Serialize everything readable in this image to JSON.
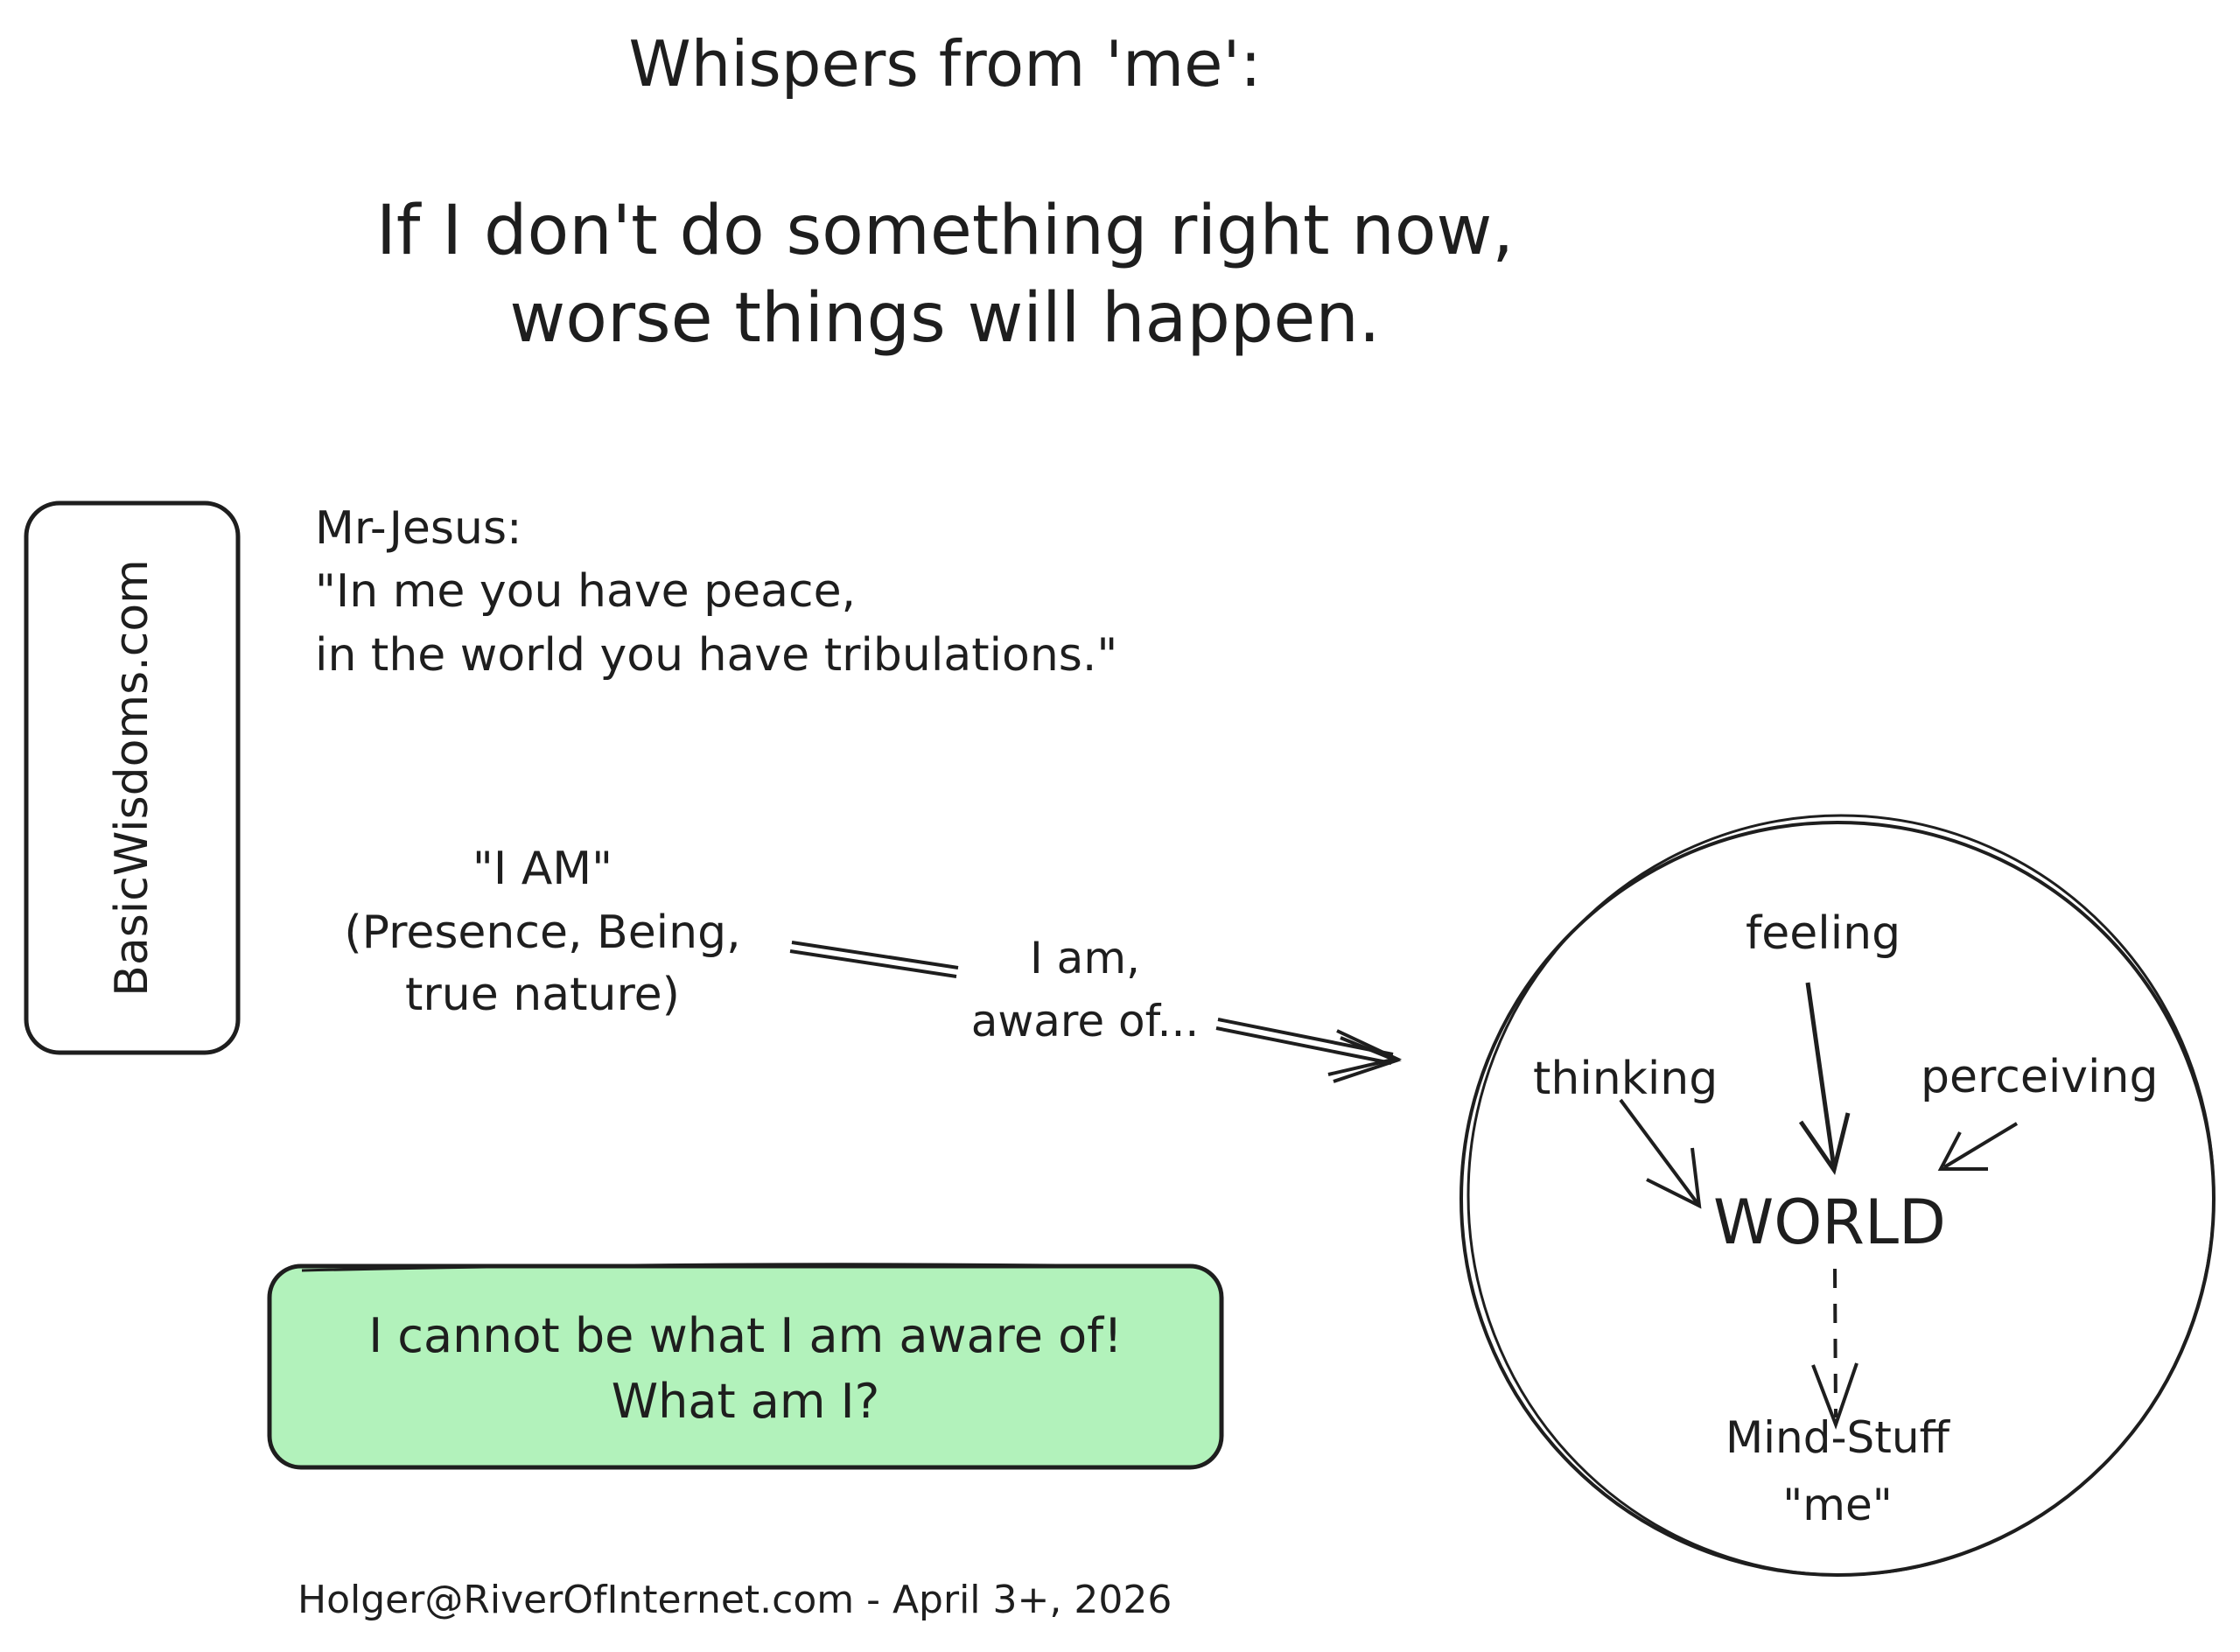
{
  "title": "Whispers from 'me':",
  "headline": {
    "line1": "If I don't do something right now,",
    "line2": "worse things will happen."
  },
  "side_label": "BasicWisdoms.com",
  "quote": {
    "speaker": "Mr-Jesus:",
    "line1": "\"In me you have peace,",
    "line2": "in the world you have tribulations.\""
  },
  "i_am": {
    "line1": "\"I AM\"",
    "line2": "(Presence, Being,",
    "line3": "true nature)"
  },
  "aware": {
    "line1": "I am,",
    "line2": "aware of..."
  },
  "world": {
    "center": "WORLD",
    "feeling": "feeling",
    "thinking": "thinking",
    "perceiving": "perceiving",
    "mind_stuff": "Mind-Stuff",
    "me": "\"me\""
  },
  "callout": {
    "line1": "I cannot be what I am aware of!",
    "line2": "What am I?"
  },
  "footer": "Holger@RiverOfInternet.com - April 3+, 2026",
  "colors": {
    "ink": "#1e1e1e",
    "callout_fill": "#b2f2bb",
    "background": "#ffffff"
  }
}
